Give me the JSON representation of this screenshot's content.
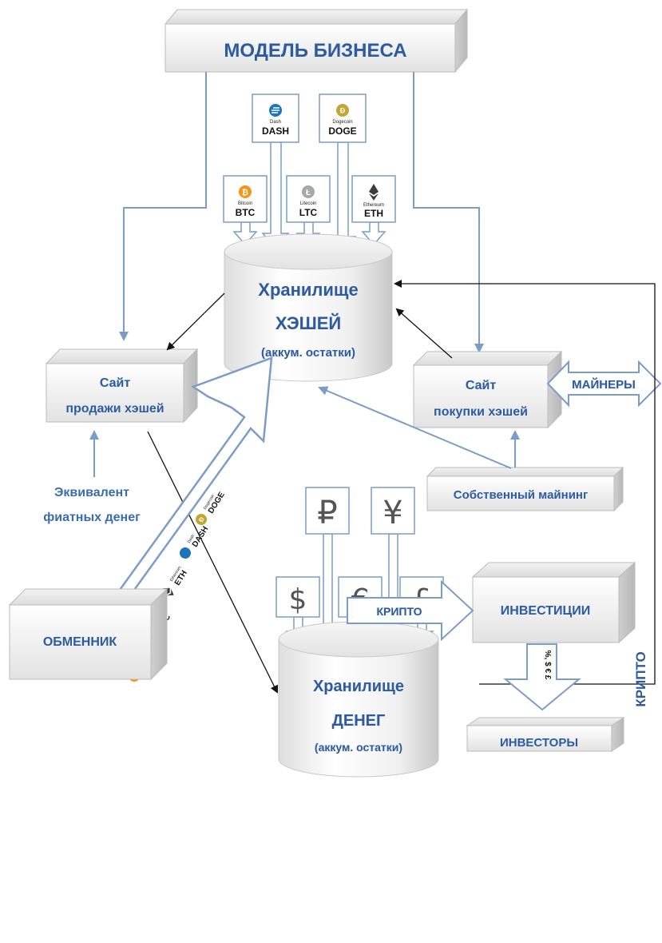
{
  "title": "МОДЕЛЬ БИЗНЕСА",
  "hash_storage": {
    "line1": "Хранилище",
    "line2": "ХЭШЕЙ",
    "line3": "(аккум. остатки)"
  },
  "money_storage": {
    "line1": "Хранилище",
    "line2": "ДЕНЕГ",
    "line3": "(аккум. остатки)"
  },
  "site_sell": {
    "line1": "Сайт",
    "line2": "продажи хэшей"
  },
  "site_buy": {
    "line1": "Сайт",
    "line2": "покупки хэшей"
  },
  "fiat_equivalent": {
    "line1": "Эквивалент",
    "line2": "фиатных денег"
  },
  "own_mining": "Собственный майнинг",
  "miners": "МАЙНЕРЫ",
  "exchanger": "ОБМЕННИК",
  "investments": "ИНВЕСТИЦИИ",
  "investors": "ИНВЕСТОРЫ",
  "crypto_in": "КРИПТО",
  "crypto_vertical": "КРИПТО",
  "payout_label": "%, $ € £",
  "coins": {
    "dash": {
      "sub": "Dash",
      "main": "DASH",
      "color": "#1c75bc"
    },
    "doge": {
      "sub": "Dogecoin",
      "main": "DOGE",
      "color": "#c2a633"
    },
    "btc": {
      "sub": "Bitcoin",
      "main": "BTC",
      "color": "#f7931a"
    },
    "ltc": {
      "sub": "Litecoin",
      "main": "LTC",
      "color": "#a6a9aa"
    },
    "eth": {
      "sub": "Ethereum",
      "main": "ETH",
      "color": "#3c3c3d"
    }
  },
  "currencies": {
    "rub": "₽",
    "yen": "¥",
    "usd": "$",
    "eur": "€",
    "gbp": "£"
  },
  "colors": {
    "accent": "#2f5b9c",
    "arrow_fill": "#ffffff",
    "box_fill": "#f4f4f4"
  }
}
